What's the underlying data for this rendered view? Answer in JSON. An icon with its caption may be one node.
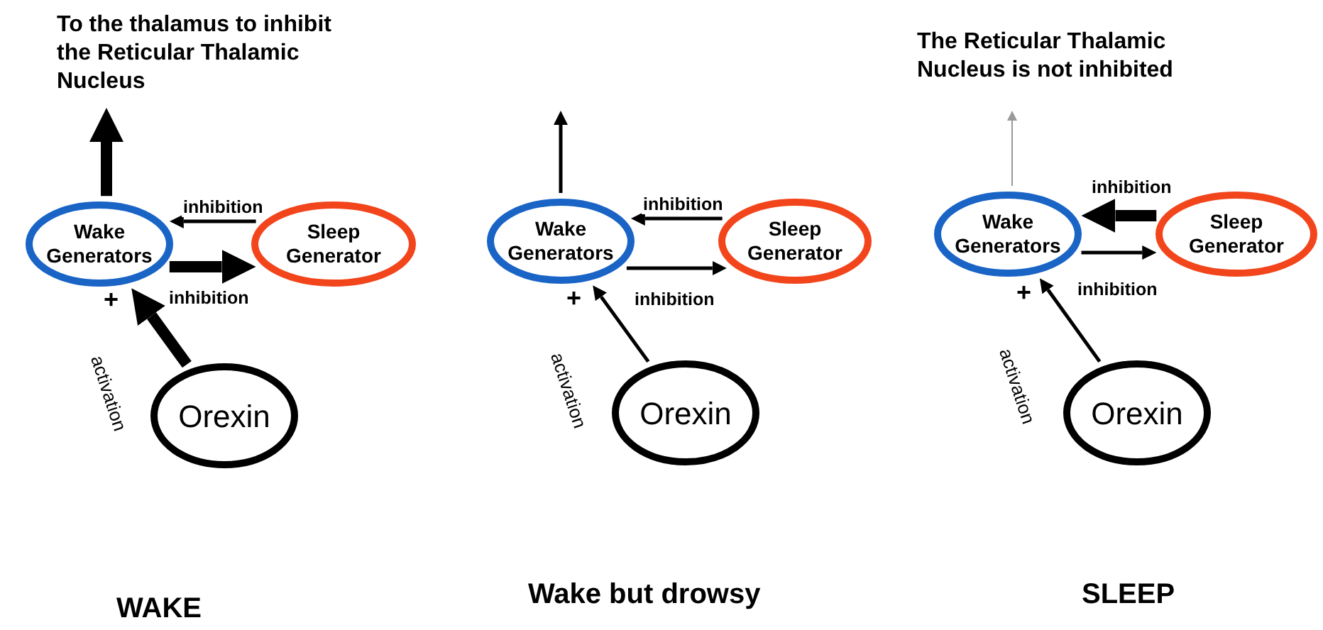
{
  "diagram": {
    "nodes": [
      {
        "text": [
          "To the thalamus to inhibit the Reticular Thalamic Nucleus"
        ]
      },
      {
        "text": [
          "Wake Generators"
        ]
      },
      {
        "text": [
          "Sleep Generator"
        ]
      },
      {
        "text": [
          "Orexin"
        ]
      },
      {
        "text": [
          "Wake Generators"
        ]
      },
      {
        "text": [
          "Sleep Generator"
        ]
      },
      {
        "text": [
          "Orexin"
        ]
      },
      {
        "text": [
          "The Reticular Thalamic Nucleus is not inhibited"
        ]
      },
      {
        "text": [
          "Wake Generators"
        ]
      },
      {
        "text": [
          "Sleep Generator"
        ]
      },
      {
        "text": [
          "Orexin"
        ]
      }
    ],
    "edges": [
      {
        "from": 1,
        "to": 0,
        "arrow": "to",
        "style": "thick"
      },
      {
        "from": 2,
        "to": 1,
        "arrow": "to",
        "label": "inhibition"
      },
      {
        "from": 1,
        "to": 2,
        "arrow": "to",
        "label": "inhibition",
        "style": "thick"
      },
      {
        "from": 3,
        "to": 1,
        "arrow": "to",
        "label": "activation",
        "style": "thick"
      },
      {
        "from": 4,
        "to": null,
        "arrow": "to"
      },
      {
        "from": 5,
        "to": 4,
        "arrow": "to",
        "label": "inhibition"
      },
      {
        "from": 4,
        "to": 5,
        "arrow": "to",
        "label": "inhibition"
      },
      {
        "from": 6,
        "to": 4,
        "arrow": "to",
        "label": "activation"
      },
      {
        "from": 8,
        "to": 7,
        "arrow": "to",
        "color": "#999999"
      },
      {
        "from": 9,
        "to": 8,
        "arrow": "to",
        "label": "inhibition",
        "style": "thick"
      },
      {
        "from": 8,
        "to": 9,
        "arrow": "to",
        "label": "inhibition"
      },
      {
        "from": 10,
        "to": 8,
        "arrow": "to",
        "label": "activation"
      }
    ],
    "labels": [
      "+",
      "+",
      "+",
      "WAKE",
      "Wake but drowsy",
      "SLEEP"
    ]
  }
}
